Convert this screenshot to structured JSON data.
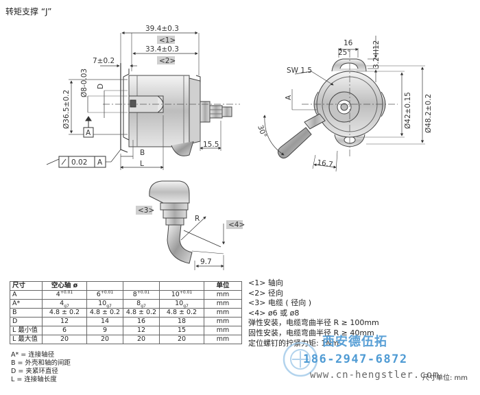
{
  "title": "转矩支撑 “J”",
  "dims": {
    "d394": "39.4±0.3",
    "d334": "33.4±0.3",
    "d72": "7±0.2",
    "tag1": "<1>",
    "tag2": "<2>",
    "tag3": "<3>",
    "tag4": "<4>",
    "phi8": "Ø8-0.03",
    "D": "D",
    "phi365": "Ø36.5±0.2",
    "A": "A",
    "tol": "0.02",
    "tolRef": "A",
    "B": "B",
    "L": "L",
    "d155": "15.5",
    "sw15": "SW 1.5",
    "d16": "16",
    "d25": "25°",
    "h12": "3.2 H12",
    "phi42": "Ø42±0.15",
    "phi482": "Ø48.2±0.2",
    "d30": "30°",
    "d167": "16.7",
    "R": "R",
    "d97": "9.7"
  },
  "table": {
    "headers": [
      "尺寸",
      "空心轴 ø",
      "",
      "",
      "",
      "单位"
    ],
    "rows": [
      {
        "label": "A",
        "v": [
          "4",
          "6",
          "8",
          "10"
        ],
        "sup": [
          "+0.01",
          "+0.01",
          "+0.01",
          "+0.01"
        ],
        "sub": [
          "",
          "",
          "",
          ""
        ],
        "unit": "mm"
      },
      {
        "label": "A*",
        "v": [
          "4",
          "10",
          "8",
          "10"
        ],
        "sup": [
          "",
          "",
          "",
          ""
        ],
        "sub": [
          "g7",
          "g7",
          "g7",
          "g7"
        ],
        "unit": "mm"
      },
      {
        "label": "B",
        "v": [
          "4.8 ± 0.2",
          "4.8 ± 0.2",
          "4.8 ± 0.2",
          "4.8 ± 0.2"
        ],
        "sup": [
          "",
          "",
          "",
          ""
        ],
        "sub": [
          "",
          "",
          "",
          ""
        ],
        "unit": "mm"
      },
      {
        "label": "D",
        "v": [
          "12",
          "14",
          "16",
          "18"
        ],
        "sup": [
          "",
          "",
          "",
          ""
        ],
        "sub": [
          "",
          "",
          "",
          ""
        ],
        "unit": "mm"
      },
      {
        "label": "L 最小值",
        "v": [
          "6",
          "9",
          "12",
          "15"
        ],
        "sup": [
          "",
          "",
          "",
          ""
        ],
        "sub": [
          "",
          "",
          "",
          ""
        ],
        "unit": "mm"
      },
      {
        "label": "L 最大值",
        "v": [
          "20",
          "20",
          "20",
          "20"
        ],
        "sup": [
          "",
          "",
          "",
          ""
        ],
        "sub": [
          "",
          "",
          "",
          ""
        ],
        "unit": "mm"
      }
    ]
  },
  "notes": [
    "A* = 连接轴径",
    "B = 外壳和轴的间距",
    "D = 夹紧环直径",
    "L = 连接轴长度"
  ],
  "legend": [
    "<1> 轴向",
    "<2> 径向",
    "<3> 电缆 ( 径向 )",
    "<4> ø6 或 ø8",
    "弹性安装，电缆弯曲半径 R ≥ 100mm",
    "固性安装，电缆弯曲半径 R ≥ 40mm",
    "定位螺钉的拧紧力矩: 1Nm"
  ],
  "watermark": {
    "name": "西安德伍拓",
    "phone": "186-2947-6872",
    "url": "www.cn-hengstler.com"
  },
  "unit_note": "尺寸单位: mm"
}
